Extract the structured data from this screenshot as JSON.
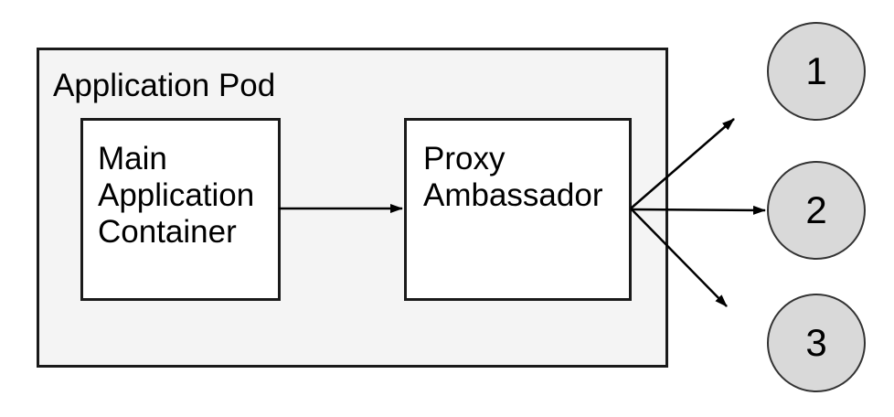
{
  "diagram": {
    "pod_label": "Application Pod",
    "nodes": [
      {
        "id": "main-application-container",
        "label": "Main Application Container"
      },
      {
        "id": "proxy-ambassador",
        "label": "Proxy Ambassador"
      }
    ],
    "endpoints": [
      {
        "id": "endpoint-1",
        "label": "1"
      },
      {
        "id": "endpoint-2",
        "label": "2"
      },
      {
        "id": "endpoint-3",
        "label": "3"
      }
    ],
    "connections": [
      {
        "from": "main-application-container",
        "to": "proxy-ambassador"
      },
      {
        "from": "proxy-ambassador",
        "to": "endpoint-1"
      },
      {
        "from": "proxy-ambassador",
        "to": "endpoint-2"
      },
      {
        "from": "proxy-ambassador",
        "to": "endpoint-3"
      }
    ],
    "colors": {
      "pod_fill": "#f4f4f4",
      "node_fill": "#ffffff",
      "endpoint_fill": "#d9d9d9",
      "endpoint_stroke": "#333333",
      "stroke": "#1a1a1a",
      "arrow": "#000000"
    }
  }
}
